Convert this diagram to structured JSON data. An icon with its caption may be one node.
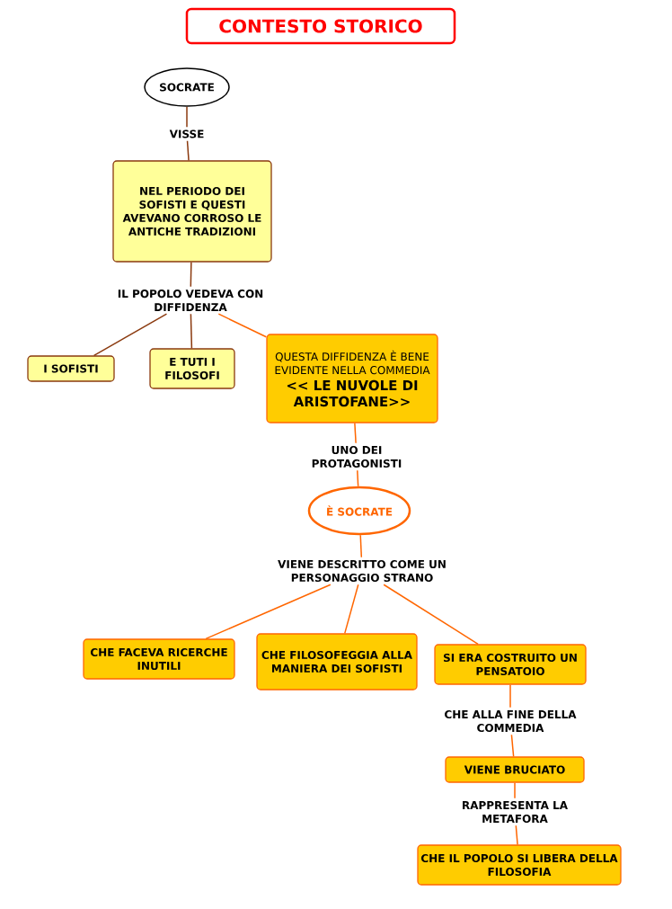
{
  "diagram": {
    "title": "CONTESTO STORICO",
    "nodes": [
      {
        "text": [
          "SOCRATE"
        ]
      },
      {
        "text": [
          "VISSE"
        ]
      },
      {
        "text": [
          "NEL PERIODO DEI SOFISTI E QUESTI AVEVANO CORROSO LE ANTICHE TRADIZIONI"
        ]
      },
      {
        "text": [
          "IL POPOLO VEDEVA CON DIFFIDENZA"
        ]
      },
      {
        "text": [
          "I SOFISTI"
        ]
      },
      {
        "text": [
          "E TUTI I FILOSOFI"
        ]
      },
      {
        "text": [
          "QUESTA DIFFIDENZA È BENE EVIDENTE NELLA COMMEDIA",
          "<<  LE NUVOLE DI ARISTOFANE>>"
        ]
      },
      {
        "text": [
          "UNO DEI PROTAGONISTI"
        ]
      },
      {
        "text": [
          "È SOCRATE"
        ]
      },
      {
        "text": [
          "VIENE DESCRITTO COME UN PERSONAGGIO STRANO"
        ]
      },
      {
        "text": [
          "CHE FACEVA RICERCHE INUTILI"
        ]
      },
      {
        "text": [
          "CHE  FILOSOFEGGIA ALLA MANIERA DEI SOFISTI"
        ]
      },
      {
        "text": [
          "SI ERA COSTRUITO UN PENSATOIO"
        ]
      },
      {
        "text": [
          "CHE ALLA FINE DELLA COMMEDIA"
        ]
      },
      {
        "text": [
          "VIENE BRUCIATO"
        ]
      },
      {
        "text": [
          "RAPPRESENTA LA METAFORA"
        ]
      },
      {
        "text": [
          "CHE IL POPOLO SI LIBERA DELLA FILOSOFIA"
        ]
      }
    ],
    "edges": [
      {
        "from": 0,
        "to": 1,
        "arrow": "none",
        "color": "#8b3a0f"
      },
      {
        "from": 1,
        "to": 2,
        "arrow": "none",
        "color": "#8b3a0f"
      },
      {
        "from": 2,
        "to": 3,
        "arrow": "none",
        "color": "#8b3a0f"
      },
      {
        "from": 3,
        "to": 4,
        "arrow": "none",
        "color": "#8b3a0f"
      },
      {
        "from": 3,
        "to": 5,
        "arrow": "none",
        "color": "#8b3a0f"
      },
      {
        "from": 3,
        "to": 6,
        "arrow": "none"
      },
      {
        "from": 6,
        "to": 7,
        "arrow": "none"
      },
      {
        "from": 7,
        "to": 8,
        "arrow": "none"
      },
      {
        "from": 8,
        "to": 9,
        "arrow": "none"
      },
      {
        "from": 9,
        "to": 10,
        "arrow": "none"
      },
      {
        "from": 9,
        "to": 11,
        "arrow": "none"
      },
      {
        "from": 9,
        "to": 12,
        "arrow": "none"
      },
      {
        "from": 12,
        "to": 13,
        "arrow": "none"
      },
      {
        "from": 13,
        "to": 14,
        "arrow": "none"
      },
      {
        "from": 14,
        "to": 15,
        "arrow": "none"
      },
      {
        "from": 15,
        "to": 16,
        "arrow": "none"
      }
    ]
  }
}
